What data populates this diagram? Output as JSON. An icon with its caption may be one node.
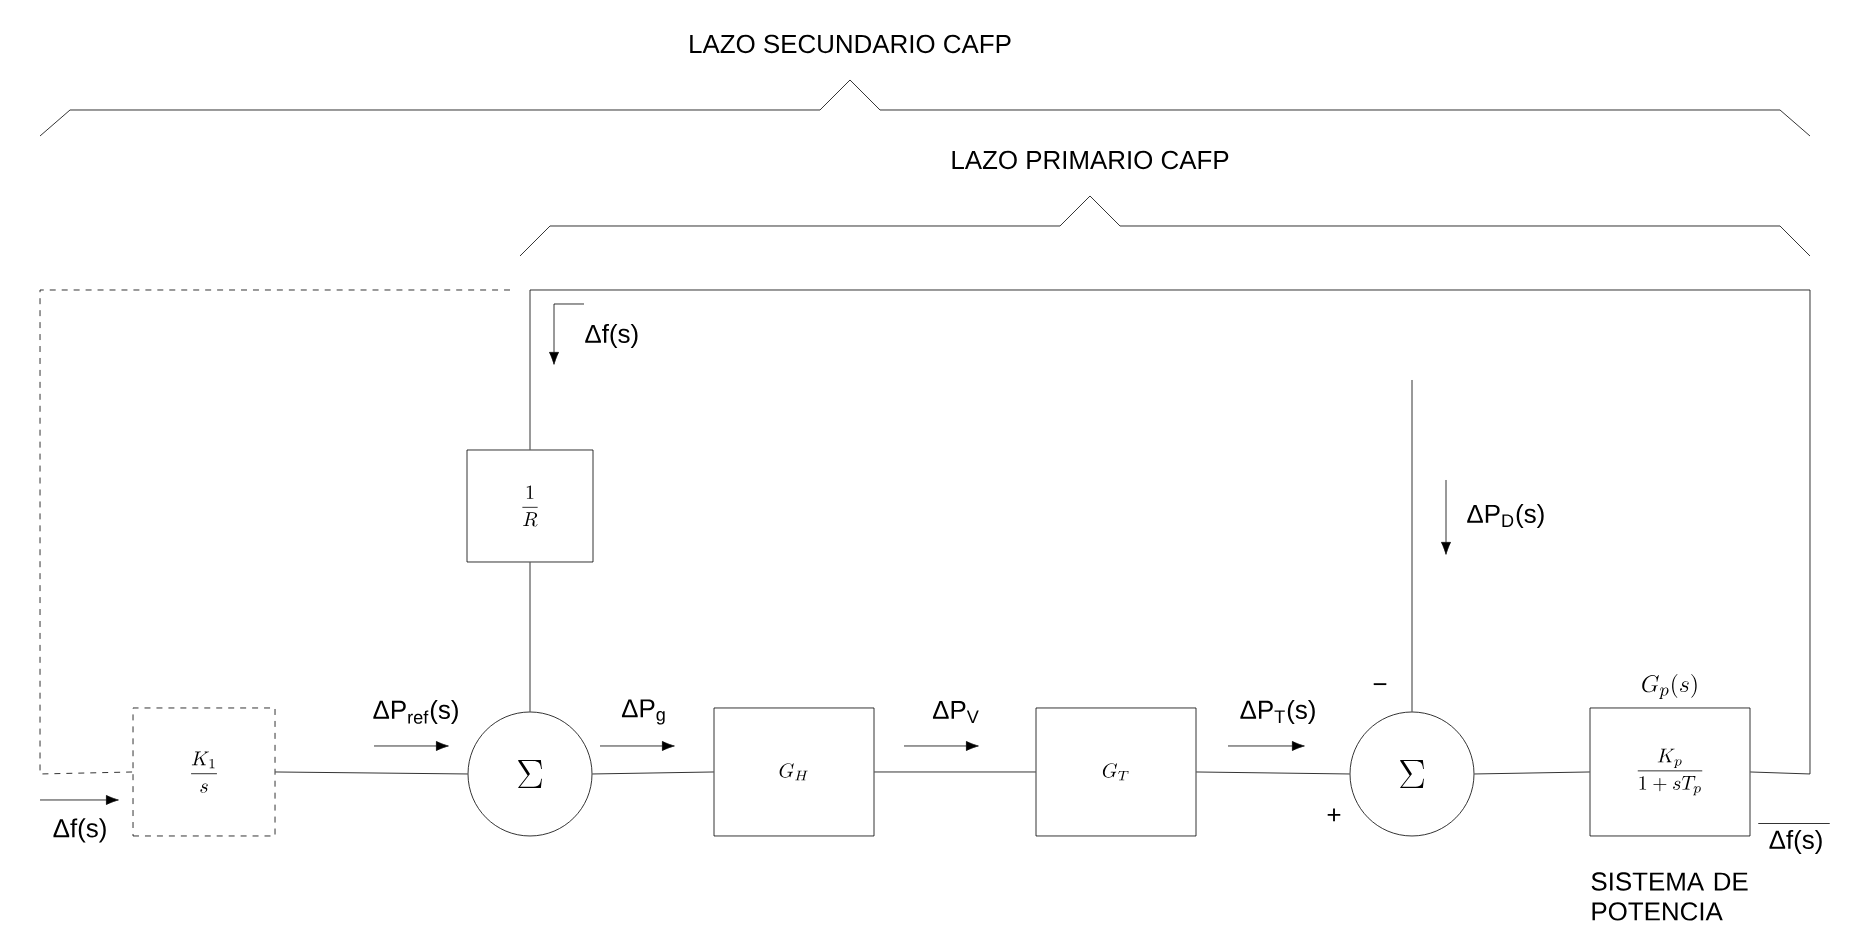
{
  "diagram": {
    "nodes": [
      {
        "text": [
          "\\frac{K_{1}}{s}"
        ]
      },
      {
        "text": [
          "\\Sigma"
        ]
      },
      {
        "text": [
          "\\frac{1}{R}"
        ]
      },
      {
        "text": [
          "G_{H}"
        ]
      },
      {
        "text": [
          "G_{T}"
        ]
      },
      {
        "text": [
          "\\Sigma"
        ]
      },
      {
        "text": [
          "G_{p}(s)",
          "\\frac{K_{p}}{1 + sT_{p}}"
        ],
        "beside": [
          "SISTEMA DE POTENCIA"
        ]
      }
    ],
    "edges": [
      {
        "from": null,
        "to": 0,
        "arrow": "none",
        "style": "dashed",
        "label": "Δf(s)"
      },
      {
        "from": 6,
        "to": 2,
        "arrow": "none",
        "label": "Δf(s)"
      },
      {
        "from": 0,
        "to": 1,
        "arrow": "none",
        "label": "ΔP$_{ref}$(s)"
      },
      {
        "from": 2,
        "to": 1,
        "arrow": "none"
      },
      {
        "from": 1,
        "to": 3,
        "arrow": "none",
        "label": "ΔP$_{g}$"
      },
      {
        "from": 3,
        "to": 4,
        "arrow": "none",
        "label": "ΔP$_{V}$"
      },
      {
        "from": 4,
        "to": 5,
        "arrow": "none",
        "label": "ΔP$_{T}$(s)"
      },
      {
        "from": null,
        "to": 5,
        "arrow": "none",
        "label": "ΔP$_{D}$(s)"
      },
      {
        "from": 5,
        "to": 6,
        "arrow": "none"
      }
    ],
    "labels": [
      "LAZO SECUNDARIO CAFP",
      "LAZO PRIMARIO CAFP",
      "−",
      "+",
      "Δf(s)"
    ]
  }
}
